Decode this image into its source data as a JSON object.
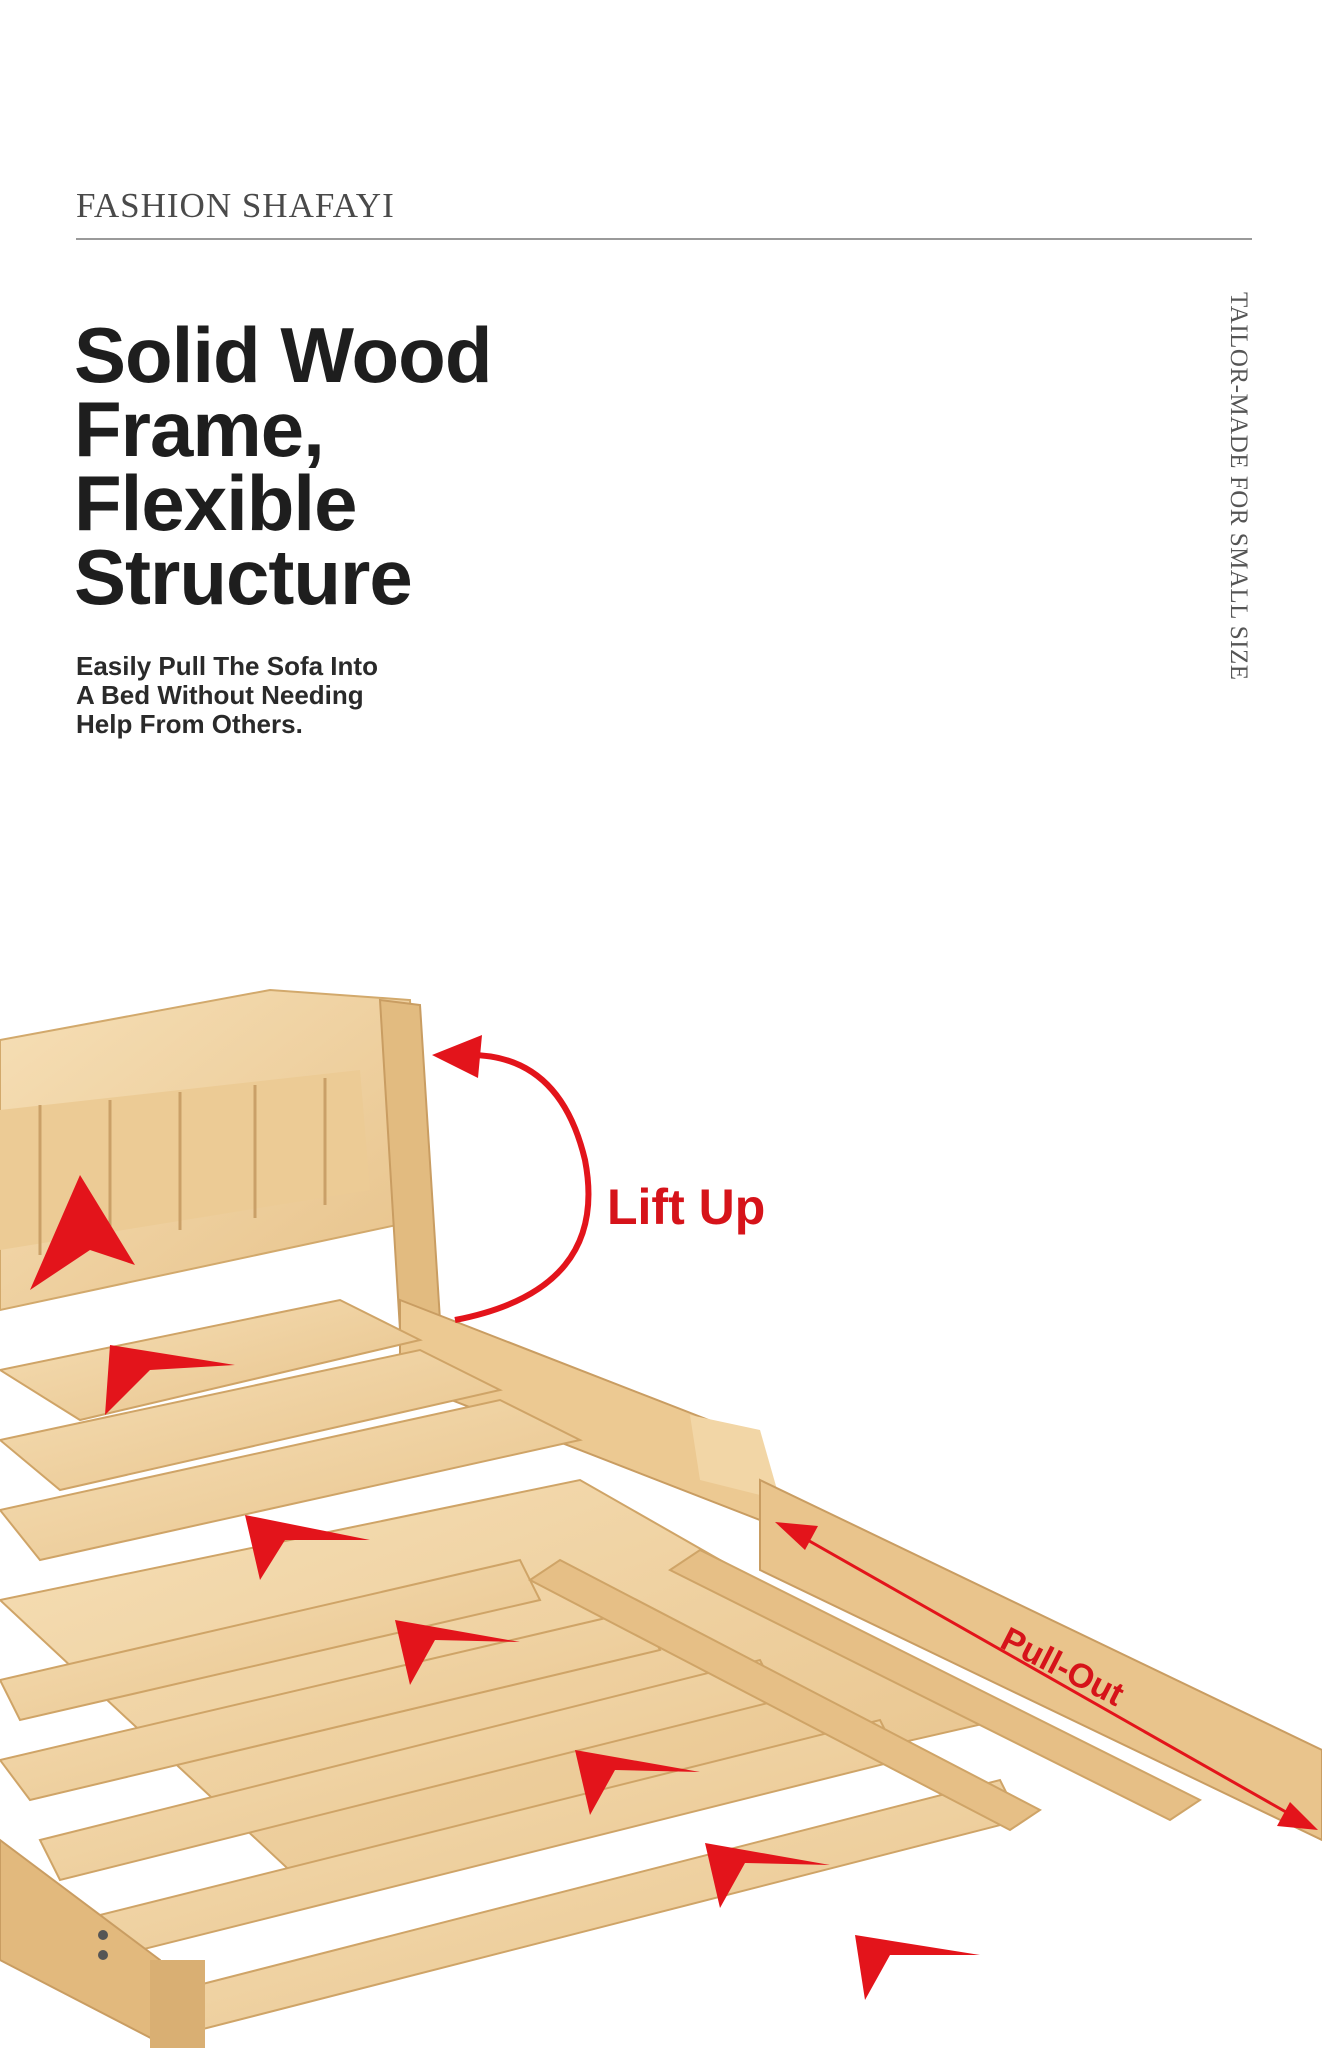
{
  "brand": "FASHION SHAFAYI",
  "headline": {
    "line1": "Solid Wood",
    "line2": "Frame,",
    "line3": "Flexible",
    "line4": "Structure"
  },
  "subtext": "Easily Pull The Sofa Into A Bed Without Needing Help From Others.",
  "vertical_text": "TAILOR-MADE FOR SMALL SIZE",
  "labels": {
    "lift": "Lift Up",
    "pull": "Pull-Out"
  },
  "colors": {
    "wood": "#efd3a3",
    "wood_dark": "#d9b27a",
    "arrow": "#e3141b",
    "text": "#1e1e1e"
  }
}
